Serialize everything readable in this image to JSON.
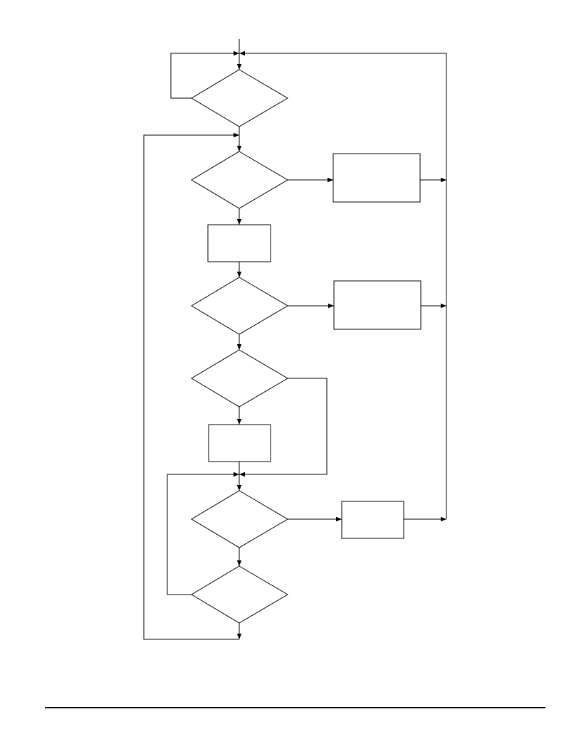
{
  "diagram": {
    "type": "flowchart",
    "line_color": "#000000",
    "background_color": "#ffffff",
    "decisions": [
      {
        "id": "d1",
        "label": ""
      },
      {
        "id": "d2",
        "label": ""
      },
      {
        "id": "d3",
        "label": ""
      },
      {
        "id": "d4",
        "label": ""
      },
      {
        "id": "d5",
        "label": ""
      },
      {
        "id": "d6",
        "label": ""
      }
    ],
    "processes": [
      {
        "id": "p1",
        "label": ""
      },
      {
        "id": "p2",
        "label": ""
      },
      {
        "id": "p3",
        "label": ""
      },
      {
        "id": "p4",
        "label": ""
      },
      {
        "id": "p5",
        "label": ""
      }
    ],
    "connections": [
      {
        "from": "entry",
        "to": "d1"
      },
      {
        "from": "d1",
        "to": "d1",
        "side": "left"
      },
      {
        "from": "d1",
        "to": "d2"
      },
      {
        "from": "d2",
        "to": "p3",
        "side": "right"
      },
      {
        "from": "d2",
        "to": "p1"
      },
      {
        "from": "p1",
        "to": "d3"
      },
      {
        "from": "d3",
        "to": "p4",
        "side": "right"
      },
      {
        "from": "d3",
        "to": "d4"
      },
      {
        "from": "d4",
        "to": "d5",
        "side": "right"
      },
      {
        "from": "d4",
        "to": "p2"
      },
      {
        "from": "p2",
        "to": "d5"
      },
      {
        "from": "d5",
        "to": "p5",
        "side": "right"
      },
      {
        "from": "d5",
        "to": "d6"
      },
      {
        "from": "d6",
        "to": "d5",
        "side": "left"
      },
      {
        "from": "d6",
        "to": "d2",
        "side": "left"
      },
      {
        "from": "p3",
        "to": "d1",
        "side": "right"
      },
      {
        "from": "p4",
        "to": "d1",
        "side": "right"
      },
      {
        "from": "p5",
        "to": "d1",
        "side": "right"
      }
    ]
  },
  "footer": {
    "rule": true
  }
}
